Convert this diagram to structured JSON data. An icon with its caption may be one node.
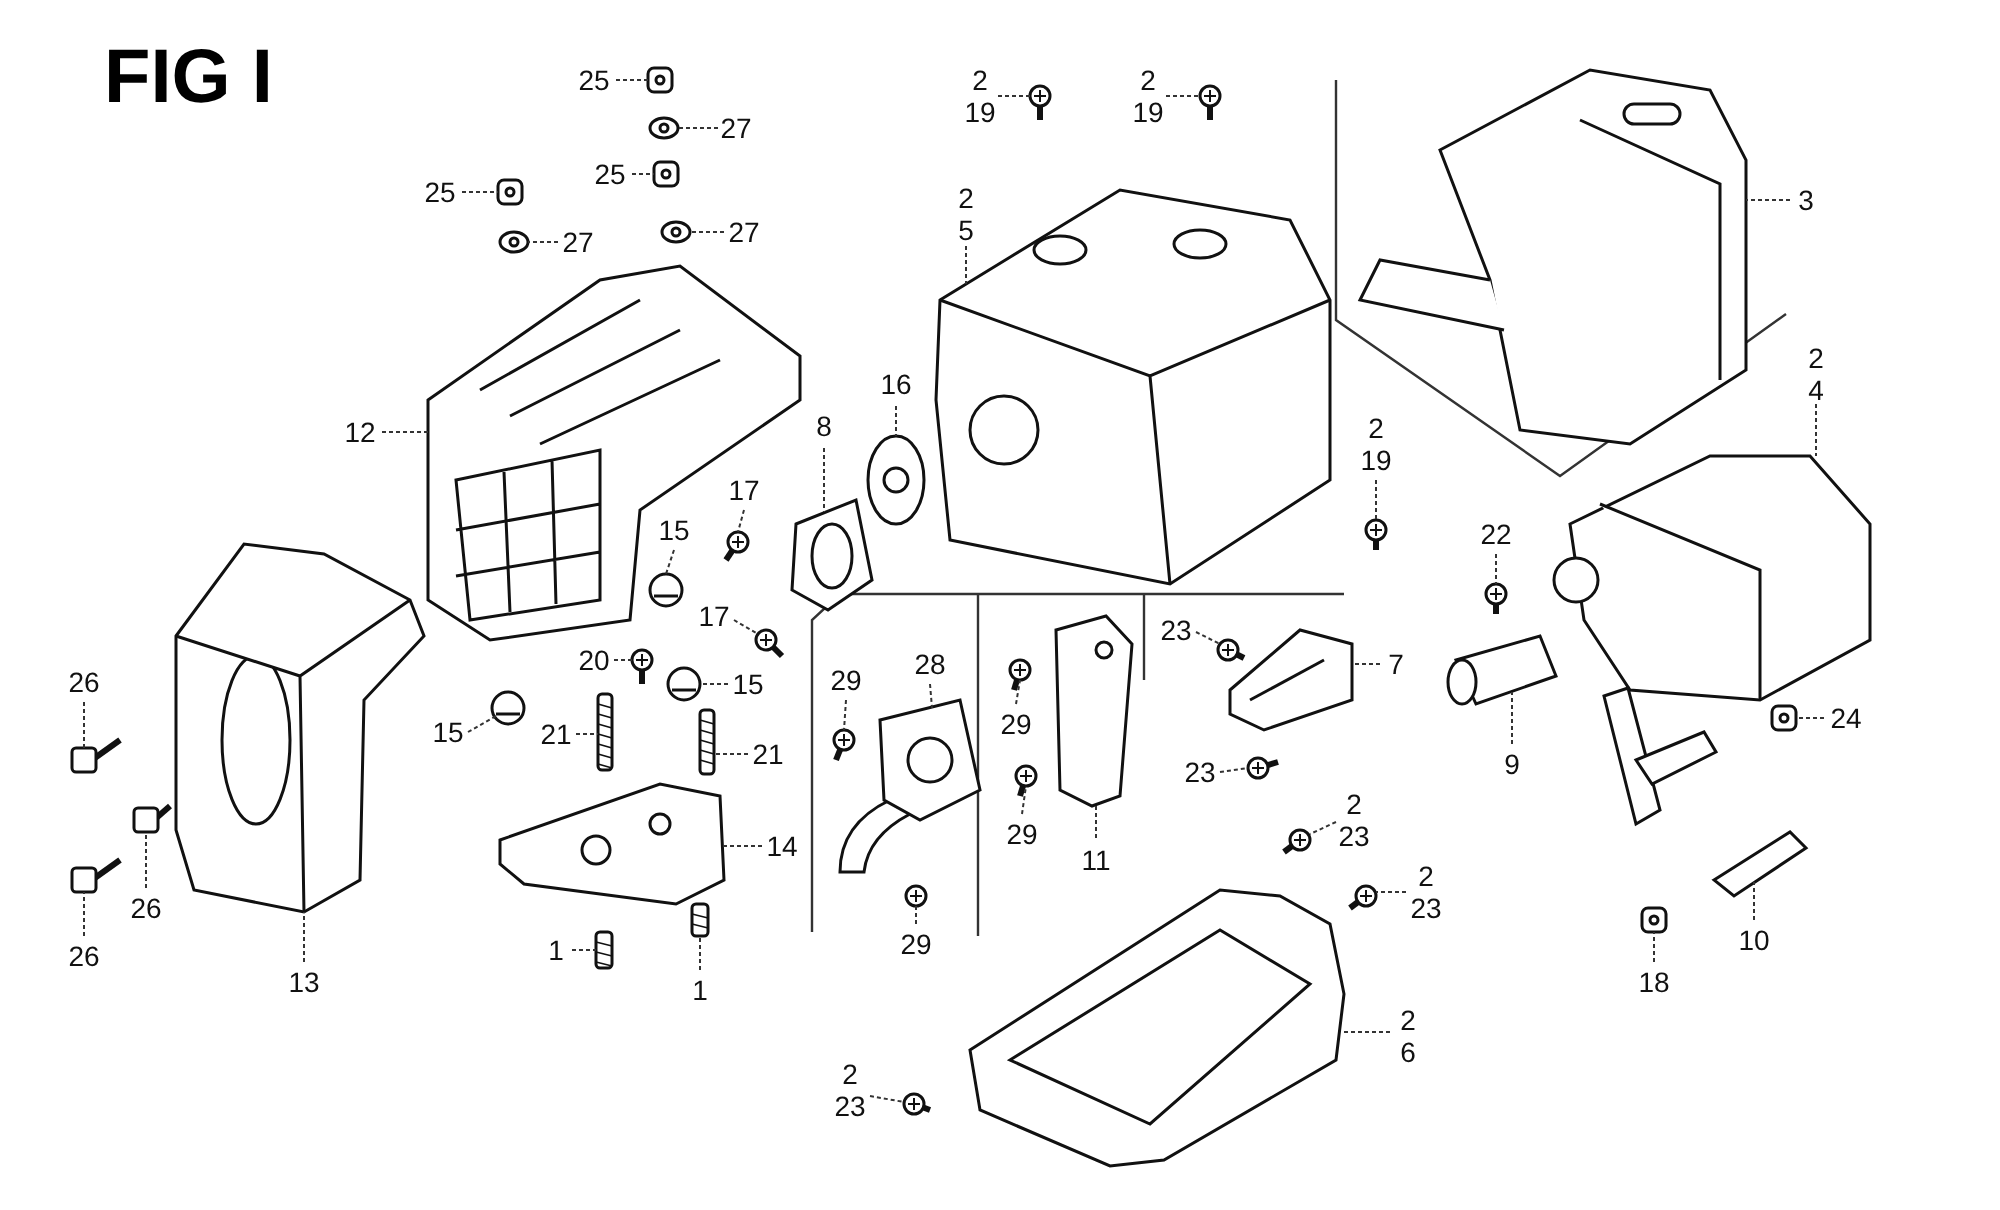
{
  "diagram": {
    "title": "FIG I",
    "nodes": [
      {
        "text": [
          "25"
        ]
      },
      {
        "text": [
          "27"
        ]
      },
      {
        "text": [
          "25"
        ]
      },
      {
        "text": [
          "25"
        ]
      },
      {
        "text": [
          "27"
        ]
      },
      {
        "text": [
          "27"
        ]
      },
      {
        "text": [
          "12"
        ]
      },
      {
        "text": [
          "2 19"
        ]
      },
      {
        "text": [
          "2 19"
        ]
      },
      {
        "text": [
          "2 5"
        ]
      },
      {
        "text": [
          "3"
        ]
      },
      {
        "text": [
          "2 4"
        ]
      },
      {
        "text": [
          "16"
        ]
      },
      {
        "text": [
          "8"
        ]
      },
      {
        "text": [
          "2 19"
        ]
      },
      {
        "text": [
          "17"
        ]
      },
      {
        "text": [
          "15"
        ]
      },
      {
        "text": [
          "17"
        ]
      },
      {
        "text": [
          "20"
        ]
      },
      {
        "text": [
          "15"
        ]
      },
      {
        "text": [
          "15"
        ]
      },
      {
        "text": [
          "21"
        ]
      },
      {
        "text": [
          "21"
        ]
      },
      {
        "text": [
          "14"
        ]
      },
      {
        "text": [
          "1"
        ]
      },
      {
        "text": [
          "1"
        ]
      },
      {
        "text": [
          "26"
        ]
      },
      {
        "text": [
          "26"
        ]
      },
      {
        "text": [
          "26"
        ]
      },
      {
        "text": [
          "13"
        ]
      },
      {
        "text": [
          "29"
        ]
      },
      {
        "text": [
          "28"
        ]
      },
      {
        "text": [
          "29"
        ]
      },
      {
        "text": [
          "29"
        ]
      },
      {
        "text": [
          "11"
        ]
      },
      {
        "text": [
          "29"
        ]
      },
      {
        "text": [
          "23"
        ]
      },
      {
        "text": [
          "7"
        ]
      },
      {
        "text": [
          "23"
        ]
      },
      {
        "text": [
          "22"
        ]
      },
      {
        "text": [
          "9"
        ]
      },
      {
        "text": [
          "24"
        ]
      },
      {
        "text": [
          "2 23"
        ]
      },
      {
        "text": [
          "2 23"
        ]
      },
      {
        "text": [
          "18"
        ]
      },
      {
        "text": [
          "10"
        ]
      },
      {
        "text": [
          "2 6"
        ]
      },
      {
        "text": [
          "2 23"
        ]
      },
      {
        "text": [],
        "shape": "picture"
      },
      {
        "text": [],
        "shape": "picture"
      },
      {
        "text": [],
        "shape": "picture"
      },
      {
        "text": [],
        "shape": "picture"
      },
      {
        "text": [],
        "shape": "picture"
      },
      {
        "text": [],
        "shape": "picture"
      },
      {
        "text": [],
        "shape": "picture"
      },
      {
        "text": [],
        "shape": "picture"
      },
      {
        "text": [],
        "shape": "picture"
      },
      {
        "text": [],
        "shape": "picture"
      },
      {
        "text": [],
        "shape": "picture"
      },
      {
        "text": [],
        "shape": "picture"
      },
      {
        "text": [],
        "shape": "picture"
      },
      {
        "text": [],
        "shape": "picture"
      },
      {
        "text": [],
        "shape": "picture"
      },
      {
        "text": [],
        "shape": "picture"
      },
      {
        "text": [],
        "shape": "picture"
      },
      {
        "text": [],
        "shape": "picture"
      },
      {
        "text": [],
        "shape": "picture"
      },
      {
        "text": [],
        "shape": "picture"
      },
      {
        "text": [],
        "shape": "picture"
      },
      {
        "text": [],
        "shape": "picture"
      },
      {
        "text": [],
        "shape": "picture"
      },
      {
        "text": [],
        "shape": "picture"
      },
      {
        "text": [],
        "shape": "picture"
      },
      {
        "text": [],
        "shape": "picture"
      },
      {
        "text": [],
        "shape": "picture"
      },
      {
        "text": [],
        "shape": "picture"
      },
      {
        "text": [],
        "shape": "picture"
      },
      {
        "text": [],
        "shape": "picture"
      },
      {
        "text": [],
        "shape": "picture"
      },
      {
        "text": [],
        "shape": "picture"
      },
      {
        "text": [],
        "shape": "picture"
      },
      {
        "text": [],
        "shape": "picture"
      },
      {
        "text": [],
        "shape": "picture"
      },
      {
        "text": [],
        "shape": "picture"
      },
      {
        "text": [],
        "shape": "picture"
      },
      {
        "text": [],
        "shape": "picture"
      },
      {
        "text": [],
        "shape": "picture"
      },
      {
        "text": [],
        "shape": "picture"
      },
      {
        "text": [],
        "shape": "picture"
      },
      {
        "text": [],
        "shape": "picture"
      },
      {
        "text": [],
        "shape": "picture"
      },
      {
        "text": [],
        "shape": "picture"
      },
      {
        "text": [],
        "shape": "picture"
      },
      {
        "text": [],
        "shape": "picture"
      },
      {
        "text": [],
        "shape": "picture"
      },
      {
        "text": [],
        "shape": "picture"
      }
    ],
    "edges": [
      {
        "from": 0,
        "to": 48,
        "arrow": "none"
      },
      {
        "from": 1,
        "to": 49,
        "arrow": "none"
      },
      {
        "from": 2,
        "to": 50,
        "arrow": "none"
      },
      {
        "from": 3,
        "to": 51,
        "arrow": "none"
      },
      {
        "from": 4,
        "to": 52,
        "arrow": "none"
      },
      {
        "from": 5,
        "to": 53,
        "arrow": "none"
      },
      {
        "from": 6,
        "to": 54,
        "arrow": "none"
      },
      {
        "from": 7,
        "to": 55,
        "arrow": "none"
      },
      {
        "from": 8,
        "to": 56,
        "arrow": "none"
      },
      {
        "from": 9,
        "to": 57,
        "arrow": "none"
      },
      {
        "from": 10,
        "to": 58,
        "arrow": "none"
      },
      {
        "from": 11,
        "to": 59,
        "arrow": "none"
      },
      {
        "from": 12,
        "to": 60,
        "arrow": "none"
      },
      {
        "from": 13,
        "to": 61,
        "arrow": "none"
      },
      {
        "from": 14,
        "to": 62,
        "arrow": "none"
      },
      {
        "from": 15,
        "to": 63,
        "arrow": "none"
      },
      {
        "from": 16,
        "to": 64,
        "arrow": "none"
      },
      {
        "from": 17,
        "to": 65,
        "arrow": "none"
      },
      {
        "from": 18,
        "to": 66,
        "arrow": "none"
      },
      {
        "from": 19,
        "to": 67,
        "arrow": "none"
      },
      {
        "from": 20,
        "to": 68,
        "arrow": "none"
      },
      {
        "from": 21,
        "to": 69,
        "arrow": "none"
      },
      {
        "from": 22,
        "to": 70,
        "arrow": "none"
      },
      {
        "from": 23,
        "to": 71,
        "arrow": "none"
      },
      {
        "from": 24,
        "to": 72,
        "arrow": "none"
      },
      {
        "from": 25,
        "to": 73,
        "arrow": "none"
      },
      {
        "from": 26,
        "to": 74,
        "arrow": "none"
      },
      {
        "from": 27,
        "to": 75,
        "arrow": "none"
      },
      {
        "from": 28,
        "to": 76,
        "arrow": "none"
      },
      {
        "from": 29,
        "to": 77,
        "arrow": "none"
      },
      {
        "from": 30,
        "to": 78,
        "arrow": "none"
      },
      {
        "from": 31,
        "to": 79,
        "arrow": "none"
      },
      {
        "from": 32,
        "to": 80,
        "arrow": "none"
      },
      {
        "from": 33,
        "to": 81,
        "arrow": "none"
      },
      {
        "from": 34,
        "to": 82,
        "arrow": "none"
      },
      {
        "from": 35,
        "to": 83,
        "arrow": "none"
      },
      {
        "from": 36,
        "to": 84,
        "arrow": "none"
      },
      {
        "from": 37,
        "to": 85,
        "arrow": "none"
      },
      {
        "from": 38,
        "to": 86,
        "arrow": "none"
      },
      {
        "from": 39,
        "to": 87,
        "arrow": "none"
      },
      {
        "from": 40,
        "to": 88,
        "arrow": "none"
      },
      {
        "from": 41,
        "to": 89,
        "arrow": "none"
      },
      {
        "from": 42,
        "to": 90,
        "arrow": "none"
      },
      {
        "from": 43,
        "to": 91,
        "arrow": "none"
      },
      {
        "from": 44,
        "to": 92,
        "arrow": "none"
      },
      {
        "from": 45,
        "to": 93,
        "arrow": "none"
      },
      {
        "from": 46,
        "to": 94,
        "arrow": "none"
      },
      {
        "from": 47,
        "to": 95,
        "arrow": "none"
      }
    ]
  }
}
